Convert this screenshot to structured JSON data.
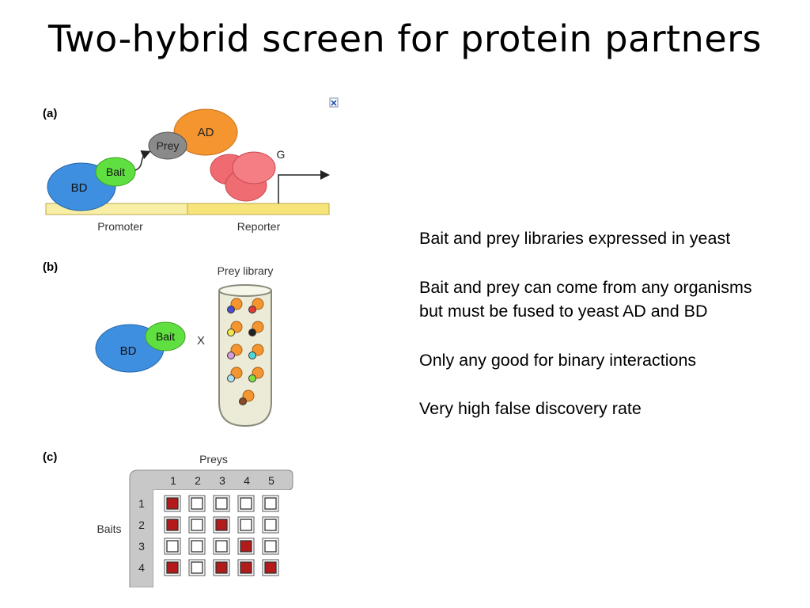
{
  "title": "Two-hybrid screen for protein partners",
  "figure": {
    "panel_a": {
      "label": "(a)",
      "bd": "BD",
      "bait": "Bait",
      "prey": "Prey",
      "ad": "AD",
      "gene": "G",
      "promoter": "Promoter",
      "reporter": "Reporter"
    },
    "panel_b": {
      "label": "(b)",
      "library_title": "Prey library",
      "bd": "BD",
      "bait": "Bait",
      "cross": "X"
    },
    "panel_c": {
      "label": "(c)",
      "preys_label": "Preys",
      "baits_label": "Baits",
      "columns": [
        "1",
        "2",
        "3",
        "4",
        "5"
      ],
      "rows": [
        "1",
        "2",
        "3",
        "4"
      ],
      "matrix": [
        [
          1,
          0,
          0,
          0,
          0
        ],
        [
          1,
          0,
          1,
          0,
          0
        ],
        [
          0,
          0,
          0,
          1,
          0
        ],
        [
          1,
          0,
          1,
          1,
          1
        ]
      ]
    },
    "broken_image_icon": "broken-image-icon"
  },
  "bullets": [
    "Bait and prey libraries expressed in yeast",
    "Bait and prey can come from any organisms but must be fused to yeast AD and BD",
    "Only any good for binary interactions",
    "Very high false discovery rate"
  ],
  "colors": {
    "bd": "#3f8fe0",
    "bait": "#5fe040",
    "prey": "#8a8a8a",
    "ad": "#f4952f",
    "reporter_protein": "#f06a72",
    "dna": "#f7ea8c",
    "positive_cell": "#b31b1b"
  }
}
